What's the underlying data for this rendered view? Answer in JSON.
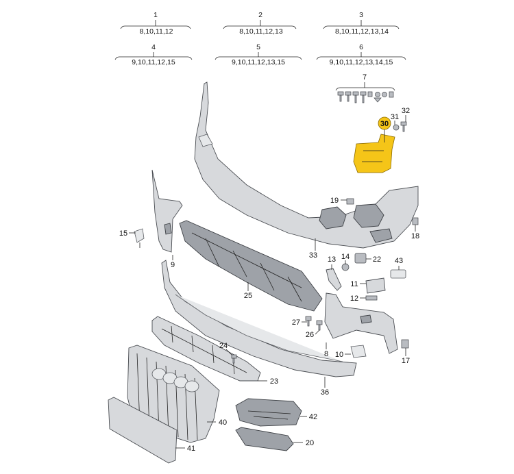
{
  "groups": [
    {
      "id": "1",
      "items": "8,10,11,12"
    },
    {
      "id": "2",
      "items": "8,10,11,12,13"
    },
    {
      "id": "3",
      "items": "8,10,11,12,13,14"
    },
    {
      "id": "4",
      "items": "9,10,11,12,15"
    },
    {
      "id": "5",
      "items": "9,10,11,12,13,15"
    },
    {
      "id": "6",
      "items": "9,10,11,12,13,14,15"
    }
  ],
  "fastener_set_label": "7",
  "highlighted_callout": "30",
  "callouts": {
    "c8": "8",
    "c9": "9",
    "c10": "10",
    "c11": "11",
    "c12": "12",
    "c13": "13",
    "c14": "14",
    "c15": "15",
    "c17": "17",
    "c18": "18",
    "c19": "19",
    "c20": "20",
    "c22": "22",
    "c23": "23",
    "c24": "24",
    "c25": "25",
    "c26": "26",
    "c27": "27",
    "c31": "31",
    "c32": "32",
    "c33": "33",
    "c36": "36",
    "c40": "40",
    "c41": "41",
    "c42": "42",
    "c43": "43"
  },
  "colors": {
    "highlight": "#f5c518",
    "part_fill": "#d7d9dc",
    "outline": "#4a4d52"
  }
}
